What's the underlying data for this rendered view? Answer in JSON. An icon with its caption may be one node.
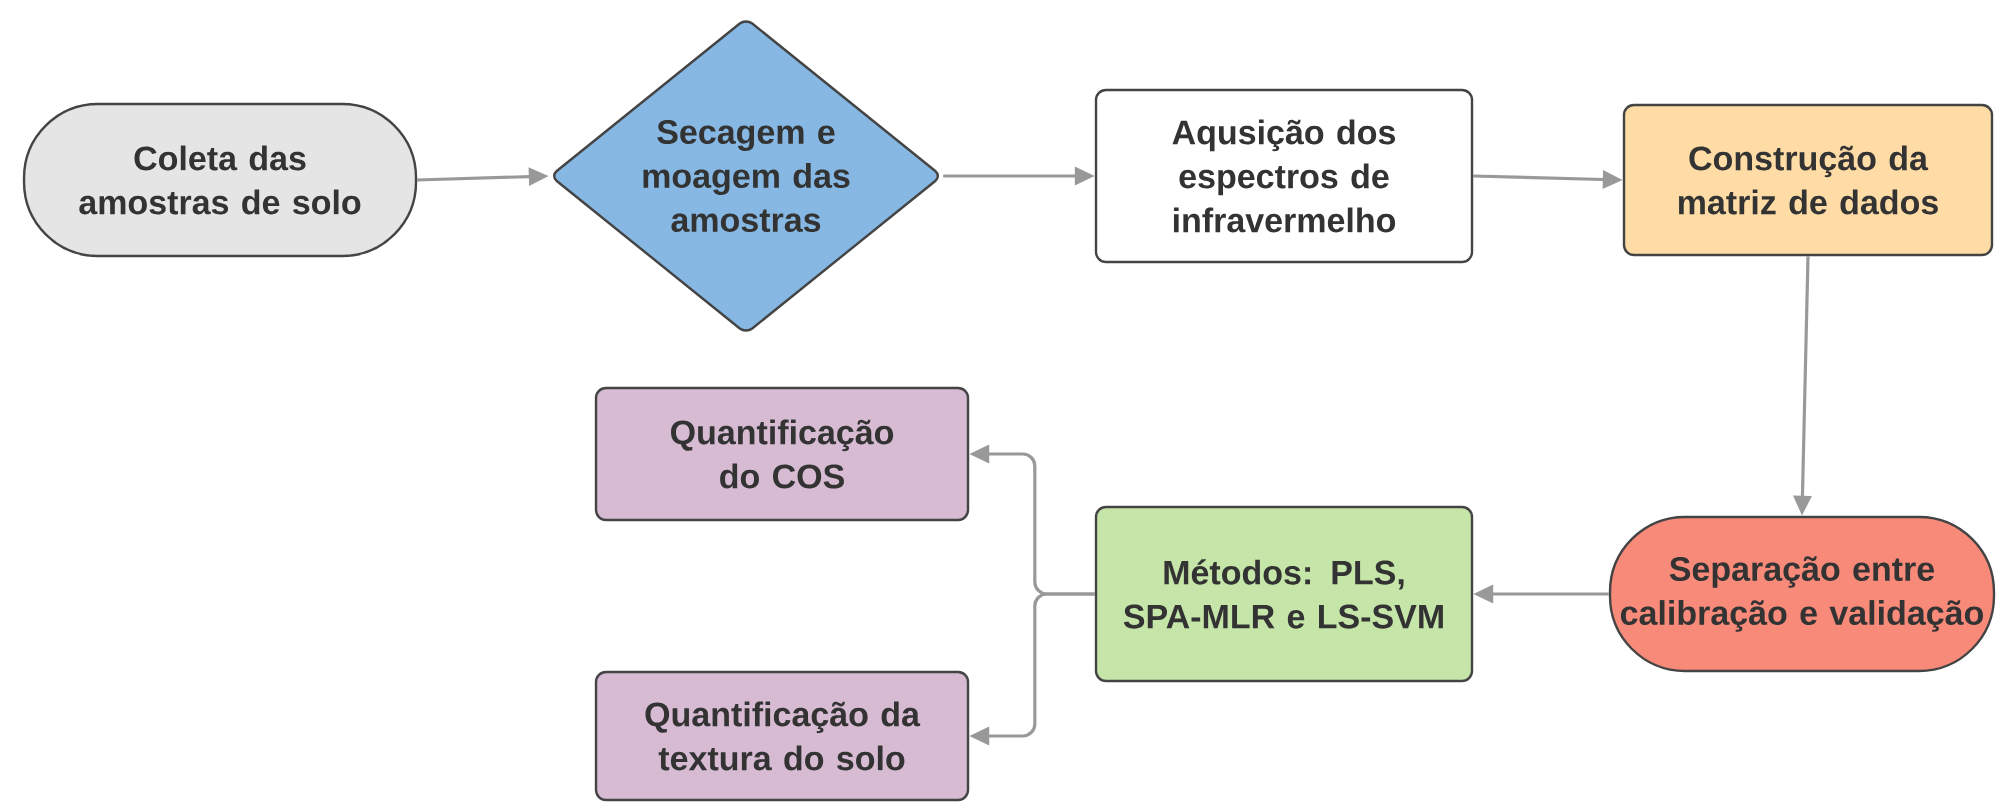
{
  "diagram": {
    "nodes": [
      {
        "text": [
          "Coleta das amostras de solo"
        ]
      },
      {
        "text": [
          "Secagem e moagem das amostras"
        ]
      },
      {
        "text": [
          "Aqusição dos espectros de infravermelho"
        ]
      },
      {
        "text": [
          "Construção da matriz de dados"
        ]
      },
      {
        "text": [
          "Separação entre calibração e validação"
        ]
      },
      {
        "text": [
          "Métodos: PLS, SPA-MLR e LS-SVM"
        ]
      },
      {
        "text": [
          "Quantificação do COS"
        ]
      },
      {
        "text": [
          "Quantificação da textura do solo"
        ]
      }
    ],
    "edges": [
      {
        "from": 0,
        "to": 1,
        "arrow": "to"
      },
      {
        "from": 1,
        "to": 2,
        "arrow": "to"
      },
      {
        "from": 2,
        "to": 3,
        "arrow": "to"
      },
      {
        "from": 3,
        "to": 4,
        "arrow": "to"
      },
      {
        "from": 4,
        "to": 5,
        "arrow": "to"
      },
      {
        "from": 5,
        "to": 6,
        "arrow": "to"
      },
      {
        "from": 5,
        "to": 7,
        "arrow": "to"
      }
    ]
  }
}
